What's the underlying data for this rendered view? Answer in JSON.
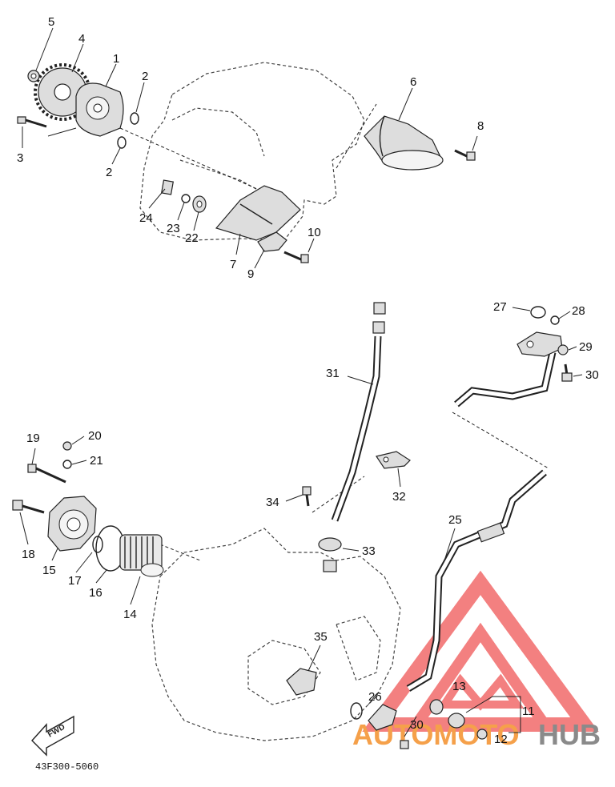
{
  "diagram": {
    "drawing_code": "43F300-5060",
    "fwd_label": "FWD",
    "callouts": [
      {
        "id": "c1",
        "text": "1"
      },
      {
        "id": "c2a",
        "text": "2"
      },
      {
        "id": "c2b",
        "text": "2"
      },
      {
        "id": "c3",
        "text": "3"
      },
      {
        "id": "c4",
        "text": "4"
      },
      {
        "id": "c5",
        "text": "5"
      },
      {
        "id": "c6",
        "text": "6"
      },
      {
        "id": "c7",
        "text": "7"
      },
      {
        "id": "c8",
        "text": "8"
      },
      {
        "id": "c9",
        "text": "9"
      },
      {
        "id": "c10",
        "text": "10"
      },
      {
        "id": "c11",
        "text": "11"
      },
      {
        "id": "c12",
        "text": "12"
      },
      {
        "id": "c13",
        "text": "13"
      },
      {
        "id": "c14",
        "text": "14"
      },
      {
        "id": "c15",
        "text": "15"
      },
      {
        "id": "c16",
        "text": "16"
      },
      {
        "id": "c17",
        "text": "17"
      },
      {
        "id": "c18",
        "text": "18"
      },
      {
        "id": "c19",
        "text": "19"
      },
      {
        "id": "c20",
        "text": "20"
      },
      {
        "id": "c21",
        "text": "21"
      },
      {
        "id": "c22",
        "text": "22"
      },
      {
        "id": "c23",
        "text": "23"
      },
      {
        "id": "c24",
        "text": "24"
      },
      {
        "id": "c25",
        "text": "25"
      },
      {
        "id": "c26",
        "text": "26"
      },
      {
        "id": "c27",
        "text": "27"
      },
      {
        "id": "c28",
        "text": "28"
      },
      {
        "id": "c29",
        "text": "29"
      },
      {
        "id": "c30a",
        "text": "30"
      },
      {
        "id": "c30b",
        "text": "30"
      },
      {
        "id": "c31",
        "text": "31"
      },
      {
        "id": "c32",
        "text": "32"
      },
      {
        "id": "c33",
        "text": "33"
      },
      {
        "id": "c34",
        "text": "34"
      },
      {
        "id": "c35",
        "text": "35"
      }
    ]
  },
  "watermark": {
    "text_auto": "AUTOMOTO",
    "text_hub": "HUB",
    "color_auto": "#f5a04a",
    "color_hub": "#8a8a8a",
    "color_logo": "#f26b6b"
  }
}
